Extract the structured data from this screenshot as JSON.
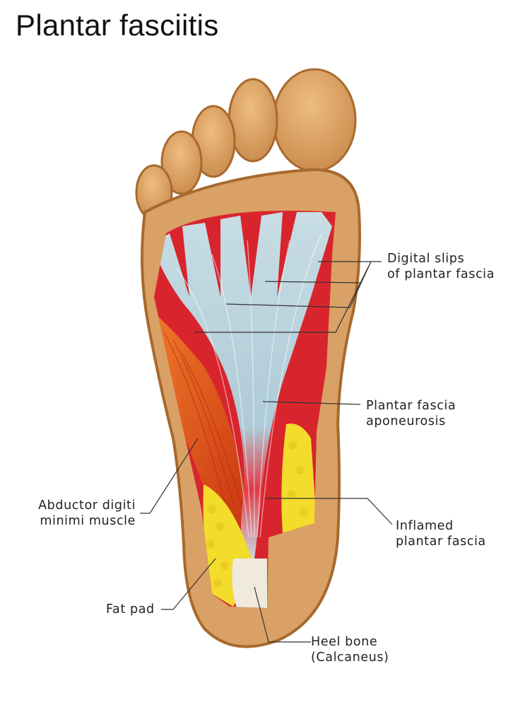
{
  "title": "Plantar fasciitis",
  "labels": {
    "digital_slips": [
      "Digital slips",
      "of plantar fascia"
    ],
    "aponeurosis": [
      "Plantar fascia",
      "aponeurosis"
    ],
    "abductor": [
      "Abductor digiti",
      "minimi muscle"
    ],
    "inflamed": [
      "Inflamed",
      "plantar fascia"
    ],
    "fat_pad": [
      "Fat pad"
    ],
    "heel_bone": [
      "Heel bone",
      "(Calcaneus)"
    ]
  },
  "colors": {
    "skin": "#d9a165",
    "skin_outline": "#a8692e",
    "muscle_red": "#d8252d",
    "muscle_orange": "#e65a1c",
    "fascia": "#b9d2dc",
    "fat": "#f3dc2c",
    "bone": "#efe9de"
  }
}
